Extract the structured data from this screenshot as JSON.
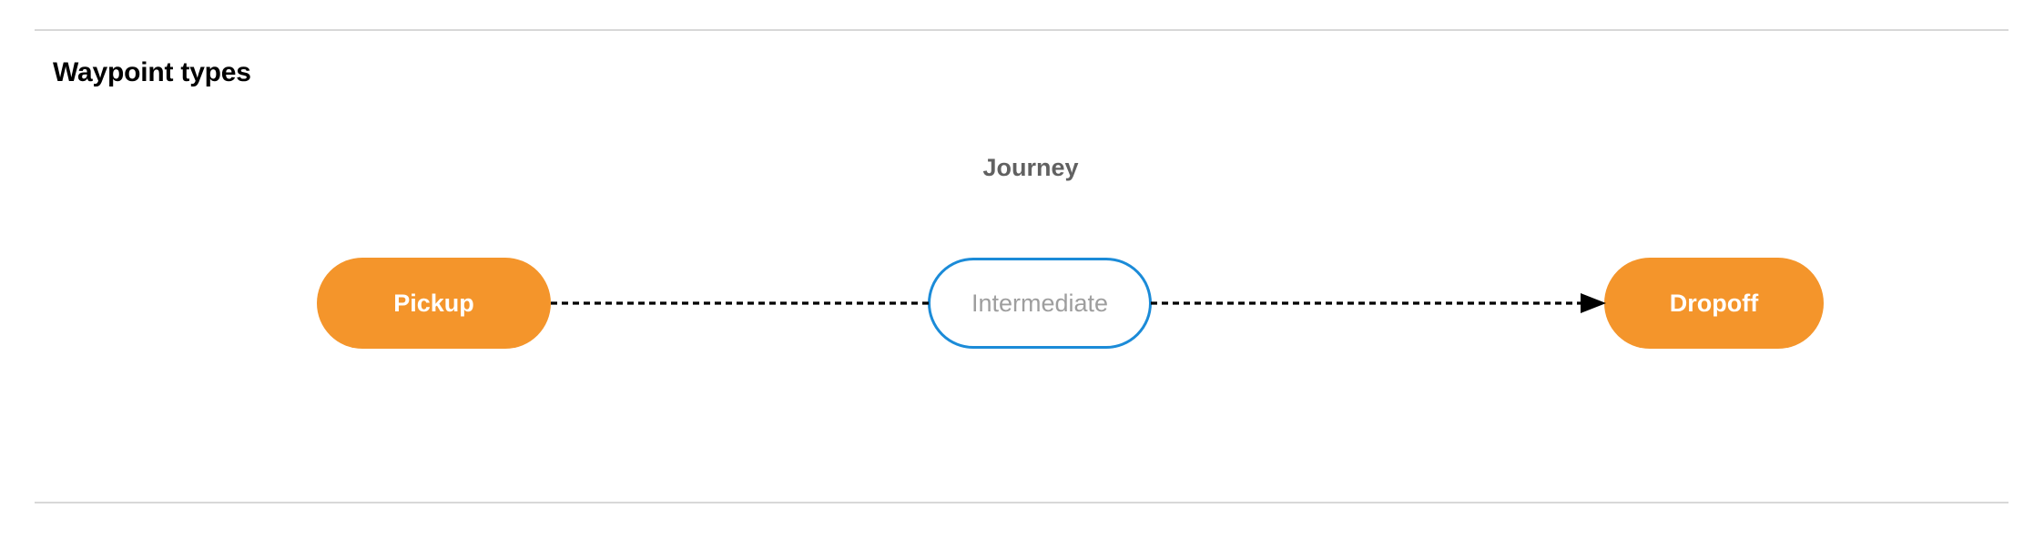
{
  "section": {
    "title": "Waypoint types"
  },
  "diagram": {
    "group_label": "Journey",
    "nodes": [
      {
        "id": "pickup",
        "label": "Pickup",
        "style": "filled",
        "color": "#F4952B",
        "text_color": "#FFFFFF"
      },
      {
        "id": "intermediate",
        "label": "Intermediate",
        "style": "outline",
        "color": "#1B8BD8",
        "text_color": "#9E9E9E"
      },
      {
        "id": "dropoff",
        "label": "Dropoff",
        "style": "filled",
        "color": "#F4952B",
        "text_color": "#FFFFFF"
      }
    ],
    "edges": [
      {
        "from": "pickup",
        "to": "intermediate",
        "style": "dashed",
        "arrowhead": false,
        "color": "#000000"
      },
      {
        "from": "intermediate",
        "to": "dropoff",
        "style": "dashed",
        "arrowhead": true,
        "color": "#000000"
      }
    ]
  },
  "theme": {
    "background": "#FFFFFF",
    "divider": "#D8D8D8",
    "title_color": "#000000",
    "group_label_color": "#616161"
  }
}
